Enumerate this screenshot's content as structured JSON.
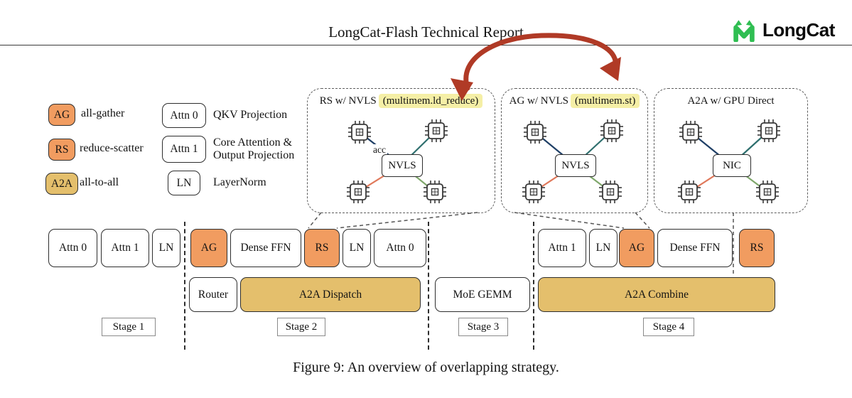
{
  "header": {
    "title": "LongCat-Flash Technical Report",
    "logo_text": "LongCat"
  },
  "legend": {
    "ag": {
      "key": "AG",
      "label": "all-gather"
    },
    "rs": {
      "key": "RS",
      "label": "reduce-scatter"
    },
    "a2a": {
      "key": "A2A",
      "label": "all-to-all"
    },
    "attn0": {
      "key": "Attn 0",
      "label": "QKV Projection"
    },
    "attn1": {
      "key": "Attn 1",
      "label_line1": "Core Attention &",
      "label_line2": "Output Projection"
    },
    "ln": {
      "key": "LN",
      "label": "LayerNorm"
    }
  },
  "detail_boxes": {
    "rs_nvls": {
      "title_plain": "RS w/ NVLS",
      "title_highlight": "(multimem.ld_reduce)",
      "center_label": "NVLS",
      "acc_label": "acc"
    },
    "ag_nvls": {
      "title_plain": "AG w/ NVLS",
      "title_highlight": "(multimem.st)",
      "center_label": "NVLS"
    },
    "a2a_gpu": {
      "title": "A2A w/ GPU Direct",
      "center_label": "NIC"
    }
  },
  "pipeline": {
    "stage1": {
      "attn0": "Attn 0",
      "attn1": "Attn 1",
      "ln": "LN"
    },
    "stage2": {
      "ag": "AG",
      "dense_ffn": "Dense FFN",
      "rs": "RS",
      "ln": "LN",
      "attn0": "Attn 0",
      "router": "Router",
      "a2a_dispatch": "A2A Dispatch"
    },
    "stage3": {
      "moe_gemm": "MoE GEMM"
    },
    "stage4": {
      "attn1": "Attn 1",
      "ln": "LN",
      "ag": "AG",
      "dense_ffn": "Dense FFN",
      "rs": "RS",
      "a2a_combine": "A2A Combine"
    },
    "stage_labels": [
      "Stage 1",
      "Stage 2",
      "Stage 3",
      "Stage 4"
    ]
  },
  "caption": "Figure 9: An overview of overlapping strategy.",
  "colors": {
    "orange_op": "#F19C60",
    "tan_a2a": "#E4BF6C",
    "highlight_yellow": "#F5EFA6",
    "arrow_red": "#B03A26",
    "logo_green": "#2FBE52"
  }
}
